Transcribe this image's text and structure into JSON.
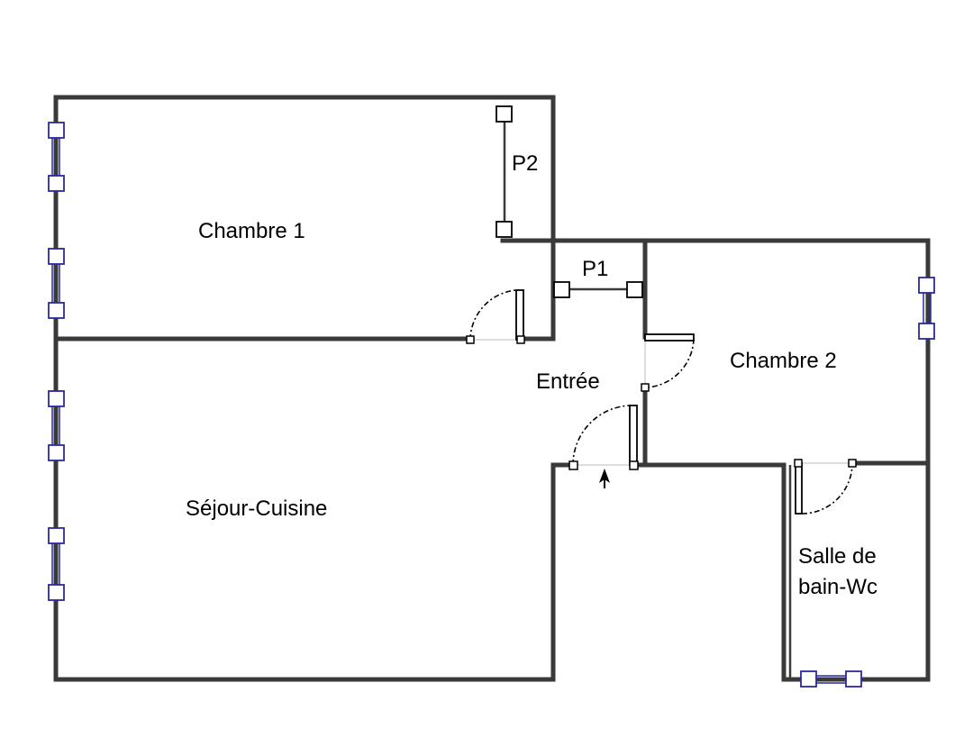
{
  "rooms": {
    "chambre1": "Chambre 1",
    "chambre2": "Chambre 2",
    "entree": "Entrée",
    "sejour": "Séjour-Cuisine",
    "sdb_line1": "Salle de",
    "sdb_line2": "bain-Wc"
  },
  "closets": {
    "p1": "P1",
    "p2": "P2"
  },
  "colors": {
    "wall": "#3a3a3a",
    "window": "#2a2aa0",
    "background": "#ffffff"
  }
}
